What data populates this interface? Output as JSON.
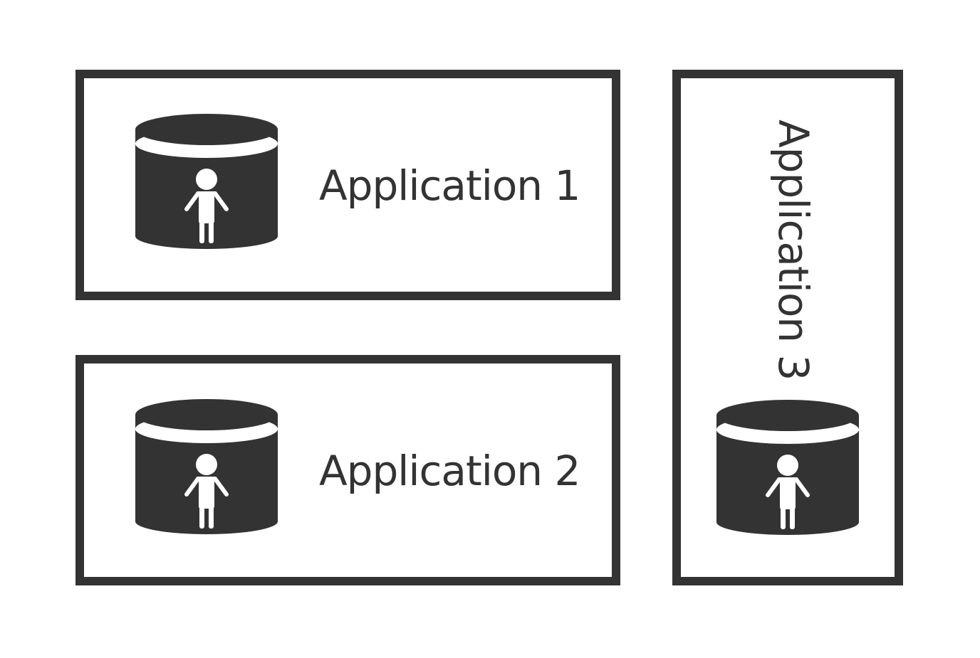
{
  "colors": {
    "stroke": "#333333",
    "background": "#ffffff"
  },
  "applications": [
    {
      "label": "Application 1",
      "icon": "database-user-icon",
      "orientation": "horizontal"
    },
    {
      "label": "Application 2",
      "icon": "database-user-icon",
      "orientation": "horizontal"
    },
    {
      "label": "Application 3",
      "icon": "database-user-icon",
      "orientation": "vertical"
    }
  ]
}
